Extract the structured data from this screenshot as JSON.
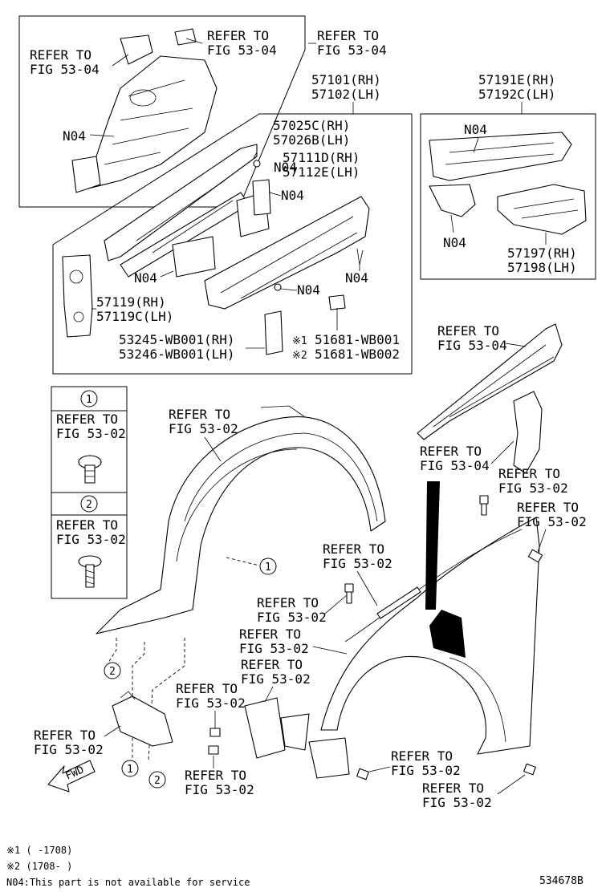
{
  "refer_label": "REFER TO",
  "fig_53_04": "FIG 53-04",
  "fig_53_02": "FIG 53-02",
  "n04": "N04",
  "parts": {
    "p57101": "57101(RH)",
    "p57102": "57102(LH)",
    "p57191e": "57191E(RH)",
    "p57192c": "57192C(LH)",
    "p57025c": "57025C(RH)",
    "p57026b": "57026B(LH)",
    "p57111d": "57111D(RH)",
    "p57112e": "57112E(LH)",
    "p57197": "57197(RH)",
    "p57198": "57198(LH)",
    "p57119": "57119(RH)",
    "p57119c": "57119C(LH)",
    "p53245": "53245-WB001(RH)",
    "p53246": "53246-WB001(LH)",
    "p51681_1": "51681-WB001",
    "p51681_2": "51681-WB002"
  },
  "marks": {
    "note1": "※1",
    "note2": "※2"
  },
  "callouts": {
    "c1": "1",
    "c2": "2"
  },
  "fwd": "FWD",
  "footnotes": {
    "f1": "※1 (     -1708)",
    "f2": "※2 (1708-     )",
    "f3": "N04:This part is not available for service"
  },
  "diagram_id": "534678B"
}
